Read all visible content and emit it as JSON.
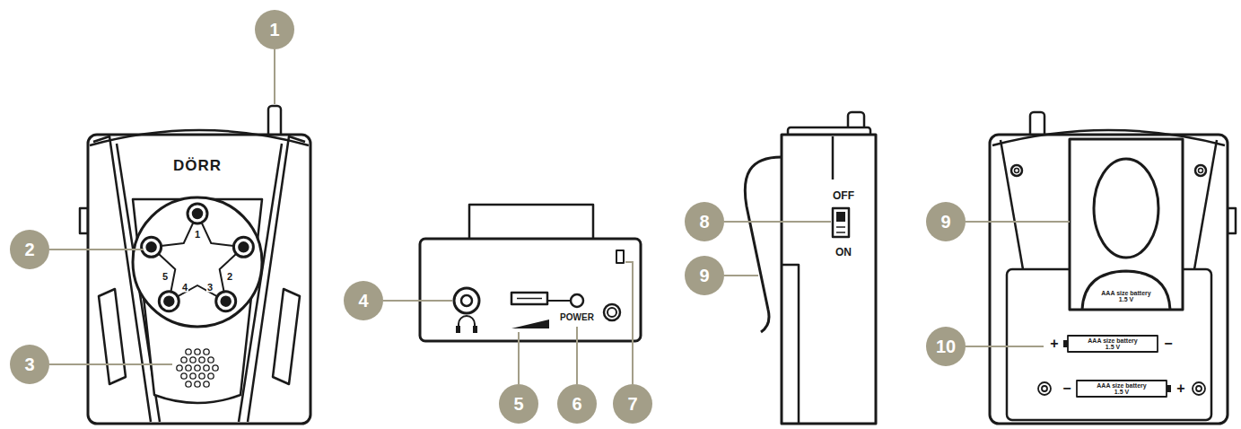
{
  "diagram": {
    "labels": [
      "1",
      "2",
      "3",
      "DÖRR",
      "1",
      "2",
      "3",
      "4",
      "5",
      "4",
      "POWER",
      "5",
      "6",
      "7",
      "OFF",
      "ON",
      "8",
      "9",
      "9",
      "AAA size battery 1.5 V",
      "10",
      "+",
      "AAA size battery 1.5 V",
      "−",
      "−",
      "AAA size battery 1.5 V",
      "+"
    ]
  }
}
